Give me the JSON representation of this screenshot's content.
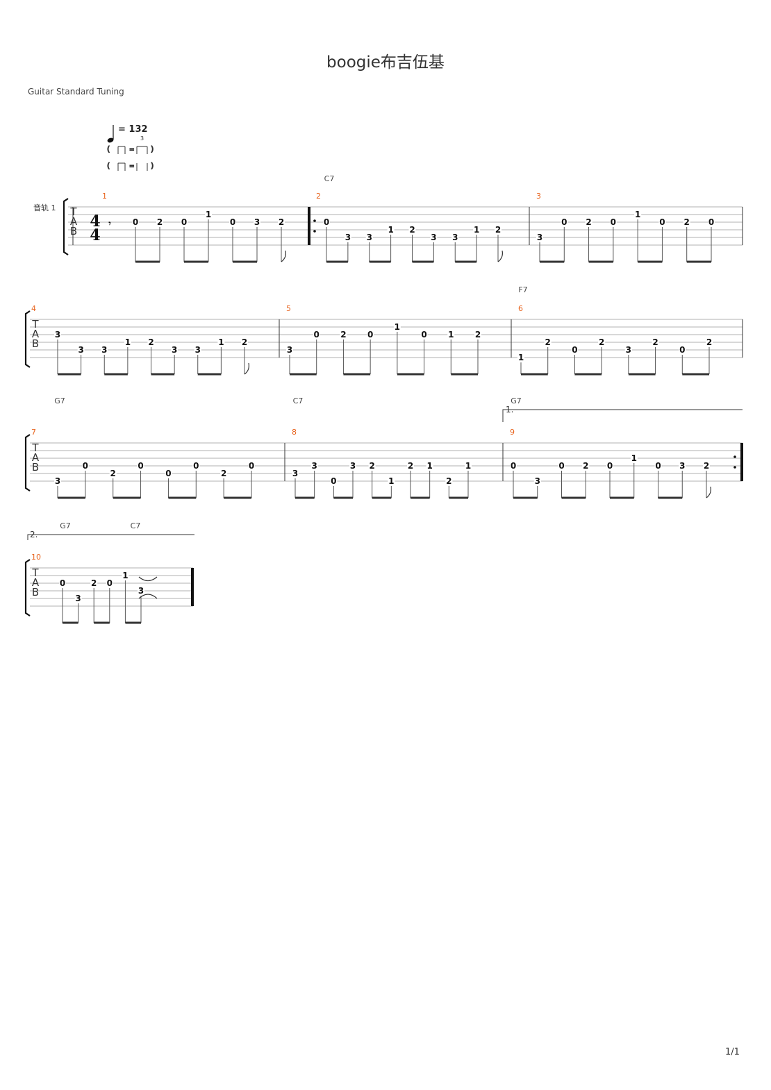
{
  "title": "boogie布吉伍基",
  "tuning": "Guitar Standard Tuning",
  "track_name": "音轨 1",
  "page_number": "1/1",
  "tempo": {
    "value": "= 132",
    "triplet_mark": "3"
  },
  "time_signature": {
    "numerator": "4",
    "denominator": "4"
  },
  "tab_letters": [
    "T",
    "A",
    "B"
  ],
  "chords": [
    {
      "label": "C7",
      "measure": 2
    },
    {
      "label": "F7",
      "measure": 6
    },
    {
      "label": "G7",
      "measure": 7
    },
    {
      "label": "C7",
      "measure": 8
    },
    {
      "label": "G7",
      "measure": 9
    },
    {
      "label": "G7",
      "measure": 10
    },
    {
      "label": "C7",
      "measure": 10
    }
  ],
  "voltas": [
    {
      "label": "1.",
      "measure": 9
    },
    {
      "label": "2.",
      "measure": 10
    }
  ],
  "measures": [
    {
      "number": "1",
      "notes": [
        {
          "string": 3,
          "fret": "0"
        },
        {
          "string": 3,
          "fret": "2"
        },
        {
          "string": 3,
          "fret": "0"
        },
        {
          "string": 2,
          "fret": "1"
        },
        {
          "string": 3,
          "fret": "0"
        },
        {
          "string": 3,
          "fret": "3"
        },
        {
          "string": 3,
          "fret": "2"
        }
      ]
    },
    {
      "number": "2",
      "notes": [
        {
          "string": 3,
          "fret": "0"
        },
        {
          "string": 5,
          "fret": "3"
        },
        {
          "string": 5,
          "fret": "3"
        },
        {
          "string": 4,
          "fret": "1"
        },
        {
          "string": 4,
          "fret": "2"
        },
        {
          "string": 5,
          "fret": "3"
        },
        {
          "string": 5,
          "fret": "3"
        },
        {
          "string": 4,
          "fret": "1"
        },
        {
          "string": 4,
          "fret": "2"
        }
      ]
    },
    {
      "number": "3",
      "notes": [
        {
          "string": 5,
          "fret": "3"
        },
        {
          "string": 3,
          "fret": "0"
        },
        {
          "string": 3,
          "fret": "2"
        },
        {
          "string": 3,
          "fret": "0"
        },
        {
          "string": 2,
          "fret": "1"
        },
        {
          "string": 3,
          "fret": "0"
        },
        {
          "string": 3,
          "fret": "2"
        },
        {
          "string": 3,
          "fret": "0"
        }
      ]
    },
    {
      "number": "4",
      "notes": [
        {
          "string": 3,
          "fret": "3"
        },
        {
          "string": 5,
          "fret": "3"
        },
        {
          "string": 5,
          "fret": "3"
        },
        {
          "string": 4,
          "fret": "1"
        },
        {
          "string": 4,
          "fret": "2"
        },
        {
          "string": 5,
          "fret": "3"
        },
        {
          "string": 5,
          "fret": "3"
        },
        {
          "string": 4,
          "fret": "1"
        },
        {
          "string": 4,
          "fret": "2"
        }
      ]
    },
    {
      "number": "5",
      "notes": [
        {
          "string": 5,
          "fret": "3"
        },
        {
          "string": 3,
          "fret": "0"
        },
        {
          "string": 3,
          "fret": "2"
        },
        {
          "string": 3,
          "fret": "0"
        },
        {
          "string": 2,
          "fret": "1"
        },
        {
          "string": 3,
          "fret": "0"
        },
        {
          "string": 3,
          "fret": "1"
        },
        {
          "string": 3,
          "fret": "2"
        }
      ]
    },
    {
      "number": "6",
      "notes": [
        {
          "string": 6,
          "fret": "1"
        },
        {
          "string": 4,
          "fret": "2"
        },
        {
          "string": 5,
          "fret": "0"
        },
        {
          "string": 4,
          "fret": "2"
        },
        {
          "string": 5,
          "fret": "3"
        },
        {
          "string": 4,
          "fret": "2"
        },
        {
          "string": 5,
          "fret": "0"
        },
        {
          "string": 4,
          "fret": "2"
        }
      ]
    },
    {
      "number": "7",
      "notes": [
        {
          "string": 6,
          "fret": "3"
        },
        {
          "string": 4,
          "fret": "0"
        },
        {
          "string": 5,
          "fret": "2"
        },
        {
          "string": 4,
          "fret": "0"
        },
        {
          "string": 5,
          "fret": "0"
        },
        {
          "string": 4,
          "fret": "0"
        },
        {
          "string": 5,
          "fret": "2"
        },
        {
          "string": 4,
          "fret": "0"
        }
      ]
    },
    {
      "number": "8",
      "notes": [
        {
          "string": 5,
          "fret": "3"
        },
        {
          "string": 4,
          "fret": "3"
        },
        {
          "string": 6,
          "fret": "0"
        },
        {
          "string": 4,
          "fret": "3"
        },
        {
          "string": 4,
          "fret": "2"
        },
        {
          "string": 6,
          "fret": "1"
        },
        {
          "string": 4,
          "fret": "2"
        },
        {
          "string": 4,
          "fret": "1"
        },
        {
          "string": 6,
          "fret": "2"
        },
        {
          "string": 4,
          "fret": "1"
        }
      ]
    },
    {
      "number": "9",
      "notes": [
        {
          "string": 4,
          "fret": "0"
        },
        {
          "string": 6,
          "fret": "3"
        },
        {
          "string": 4,
          "fret": "0"
        },
        {
          "string": 4,
          "fret": "2"
        },
        {
          "string": 4,
          "fret": "0"
        },
        {
          "string": 3,
          "fret": "1"
        },
        {
          "string": 4,
          "fret": "0"
        },
        {
          "string": 4,
          "fret": "3"
        },
        {
          "string": 4,
          "fret": "2"
        }
      ]
    },
    {
      "number": "10",
      "notes": [
        {
          "string": 3,
          "fret": "0"
        },
        {
          "string": 5,
          "fret": "3"
        },
        {
          "string": 3,
          "fret": "2"
        },
        {
          "string": 3,
          "fret": "0"
        },
        {
          "string": 2,
          "fret": "1"
        },
        {
          "string": 4,
          "fret": "3"
        }
      ]
    }
  ]
}
